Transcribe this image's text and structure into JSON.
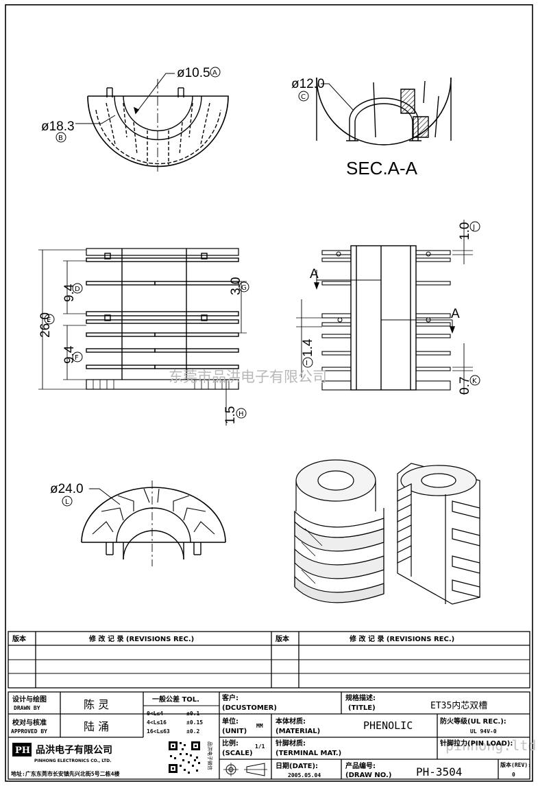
{
  "drawing": {
    "top_view": {
      "dia_inner": "ø10.5",
      "tag_inner": "A",
      "dia_outer": "ø18.3",
      "tag_outer": "B"
    },
    "section_view": {
      "dia": "ø12.0",
      "tag": "C",
      "caption": "SEC.A-A"
    },
    "front_view": {
      "height": "26.0",
      "tag_height": "E",
      "pitch_top": "9.4",
      "tag_pitch_top": "D",
      "pitch_bottom": "9.4",
      "tag_pitch_bottom": "F",
      "slot": "3.0",
      "tag_slot": "G",
      "base": "1.5",
      "tag_base": "H"
    },
    "side_view": {
      "section_mark": "A",
      "pin": "1.4",
      "tag_pin": "I",
      "top": "1.0",
      "tag_top": "J",
      "bottom": "0.7",
      "tag_bottom": "K"
    },
    "bottom_view": {
      "dia": "ø24.0",
      "tag": "L"
    },
    "watermark_center": "东莞市品洪电子有限公司",
    "watermark_right": "pinhong.ltd"
  },
  "revisions": {
    "col_version": "版本",
    "col_record": "修 改 记 录 (REVISIONS REC.)",
    "col_version_2": "版本",
    "col_record_2": "修 改 记 录 (REVISIONS REC.)"
  },
  "title_block": {
    "designed_label_cn": "设计与绘图",
    "designed_label_en": "DRAWN BY",
    "designed_value": "陈 灵",
    "checked_label_cn": "校对与核准",
    "checked_label_en": "APPROVED BY",
    "checked_value": "陆 涌",
    "tolerance_title": "一般公差 TOL.",
    "tol_rows": [
      {
        "range": "0<L≤4",
        "value": "±0.1"
      },
      {
        "range": "4<L≤16",
        "value": "±0.15"
      },
      {
        "range": "16<L≤63",
        "value": "±0.2"
      }
    ],
    "customer_label": "客户:",
    "customer_en": "(DCUSTOMER)",
    "spec_label": "规格描述:",
    "spec_en": "(TITLE)",
    "spec_value": "ET35内芯双槽",
    "unit_label": "单位:",
    "unit_en": "(UNIT)",
    "unit_value": "MM",
    "material_label": "本体材质:",
    "material_en": "(MATERIAL)",
    "material_value": "PHENOLIC",
    "fire_label": "防火等级(UL REC.):",
    "fire_value": "UL 94V-0",
    "scale_label": "比例:",
    "scale_en": "(SCALE)",
    "scale_value": "1/1",
    "pin_mat_label": "针脚材质:",
    "pin_mat_en": "(TERMINAL MAT.)",
    "pin_load_label": "针脚拉力(PIN LOAD):",
    "date_label": "日期(DATE):",
    "date_value": "2005.05.04",
    "drawno_label": "产品编号:",
    "drawno_en": "(DRAW NO.)",
    "drawno_value": "PH-3504",
    "rev_label": "版本(REV):",
    "rev_value": "0",
    "company_logo": "PH",
    "company_cn": "品洪电子有限公司",
    "company_en": "PINHONG ELECTRONICS CO., LTD.",
    "address": "地址:广东东莞市长安镇先兴北街5号二栋4楼",
    "qr_caption": "品洪电子微信"
  }
}
